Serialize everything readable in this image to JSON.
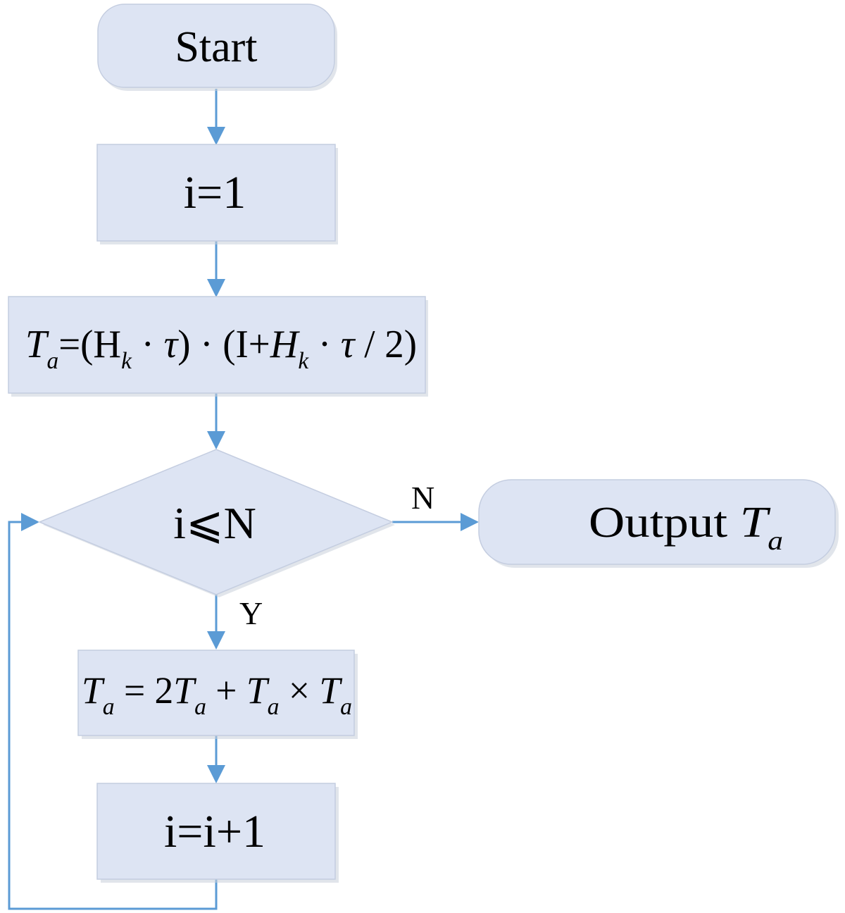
{
  "nodes": {
    "start": {
      "label": "Start"
    },
    "init": {
      "label": "i=1"
    },
    "formula1": {
      "label": "Ta=(Hk·τ)·(I+Hk·τ/2)"
    },
    "decision": {
      "label": "i⩽N"
    },
    "output": {
      "label": "Output Ta"
    },
    "formula2": {
      "label": "Ta = 2Ta + Ta×Ta"
    },
    "increment": {
      "label": "i=i+1"
    }
  },
  "edges": [
    {
      "from": "start",
      "to": "init",
      "label": ""
    },
    {
      "from": "init",
      "to": "formula1",
      "label": ""
    },
    {
      "from": "formula1",
      "to": "decision",
      "label": ""
    },
    {
      "from": "decision",
      "to": "output",
      "label": "N"
    },
    {
      "from": "decision",
      "to": "formula2",
      "label": "Y"
    },
    {
      "from": "formula2",
      "to": "increment",
      "label": ""
    },
    {
      "from": "increment",
      "to": "decision",
      "label": ""
    }
  ],
  "edge_labels": {
    "no": "N",
    "yes": "Y"
  },
  "colors": {
    "node_fill": "#dde4f3",
    "node_stroke": "#c4cde0",
    "edge": "#5b9bd5"
  }
}
